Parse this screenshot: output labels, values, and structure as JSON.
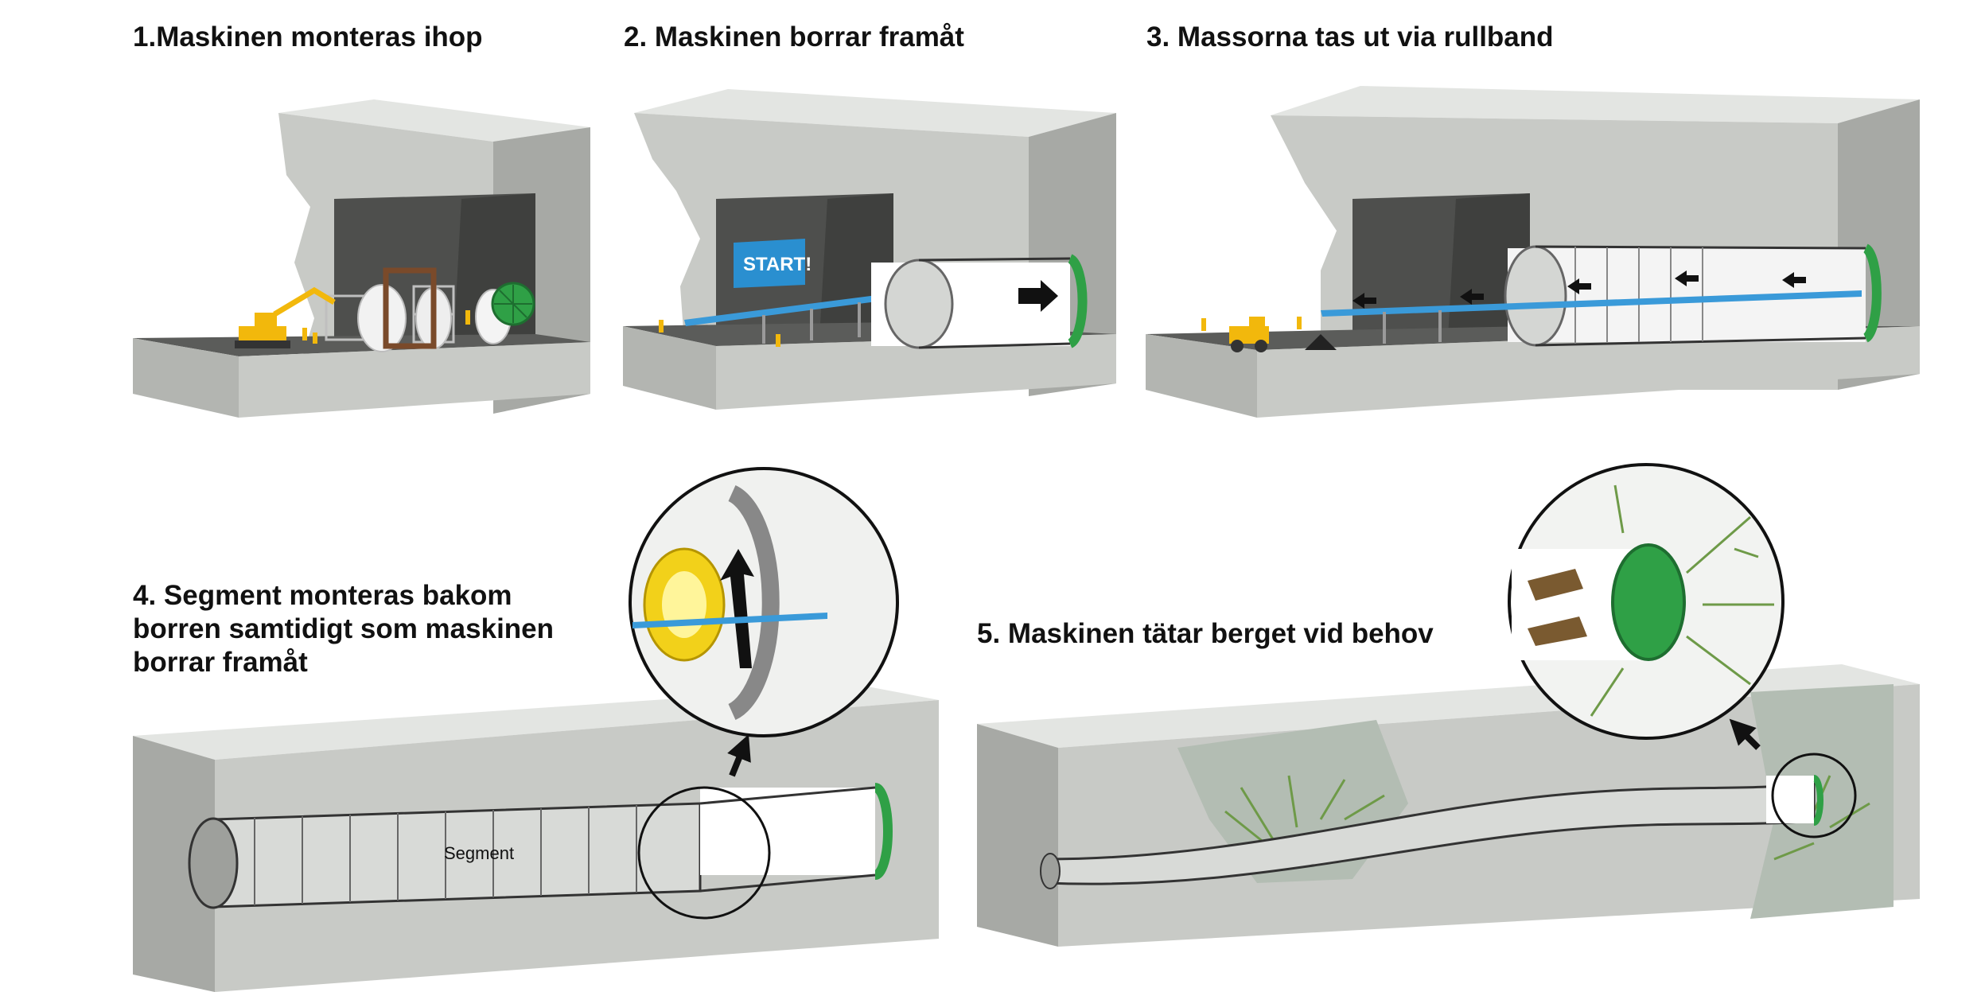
{
  "steps": [
    {
      "caption": "1.Maskinen monteras ihop"
    },
    {
      "caption": "2. Maskinen borrar framåt",
      "sign": "START!"
    },
    {
      "caption": "3. Massorna tas ut via rullband"
    },
    {
      "caption_lines": [
        "4. Segment monteras bakom",
        "borren samtidigt som maskinen",
        "borrar framåt"
      ],
      "segment_label": "Segment"
    },
    {
      "caption": "5. Maskinen tätar berget vid behov"
    }
  ],
  "colors": {
    "rock_top": "#e3e5e2",
    "rock_face": "#c8cac6",
    "rock_side": "#a7a9a5",
    "cavity": "#4e4f4d",
    "floor": "#5b5c5a",
    "cutter_green": "#2fa046",
    "conveyor_blue": "#3a9ad9",
    "machine_yellow": "#f2b80c",
    "grout_green": "#6e9a48",
    "grout_zone": "#b3bdb3"
  }
}
